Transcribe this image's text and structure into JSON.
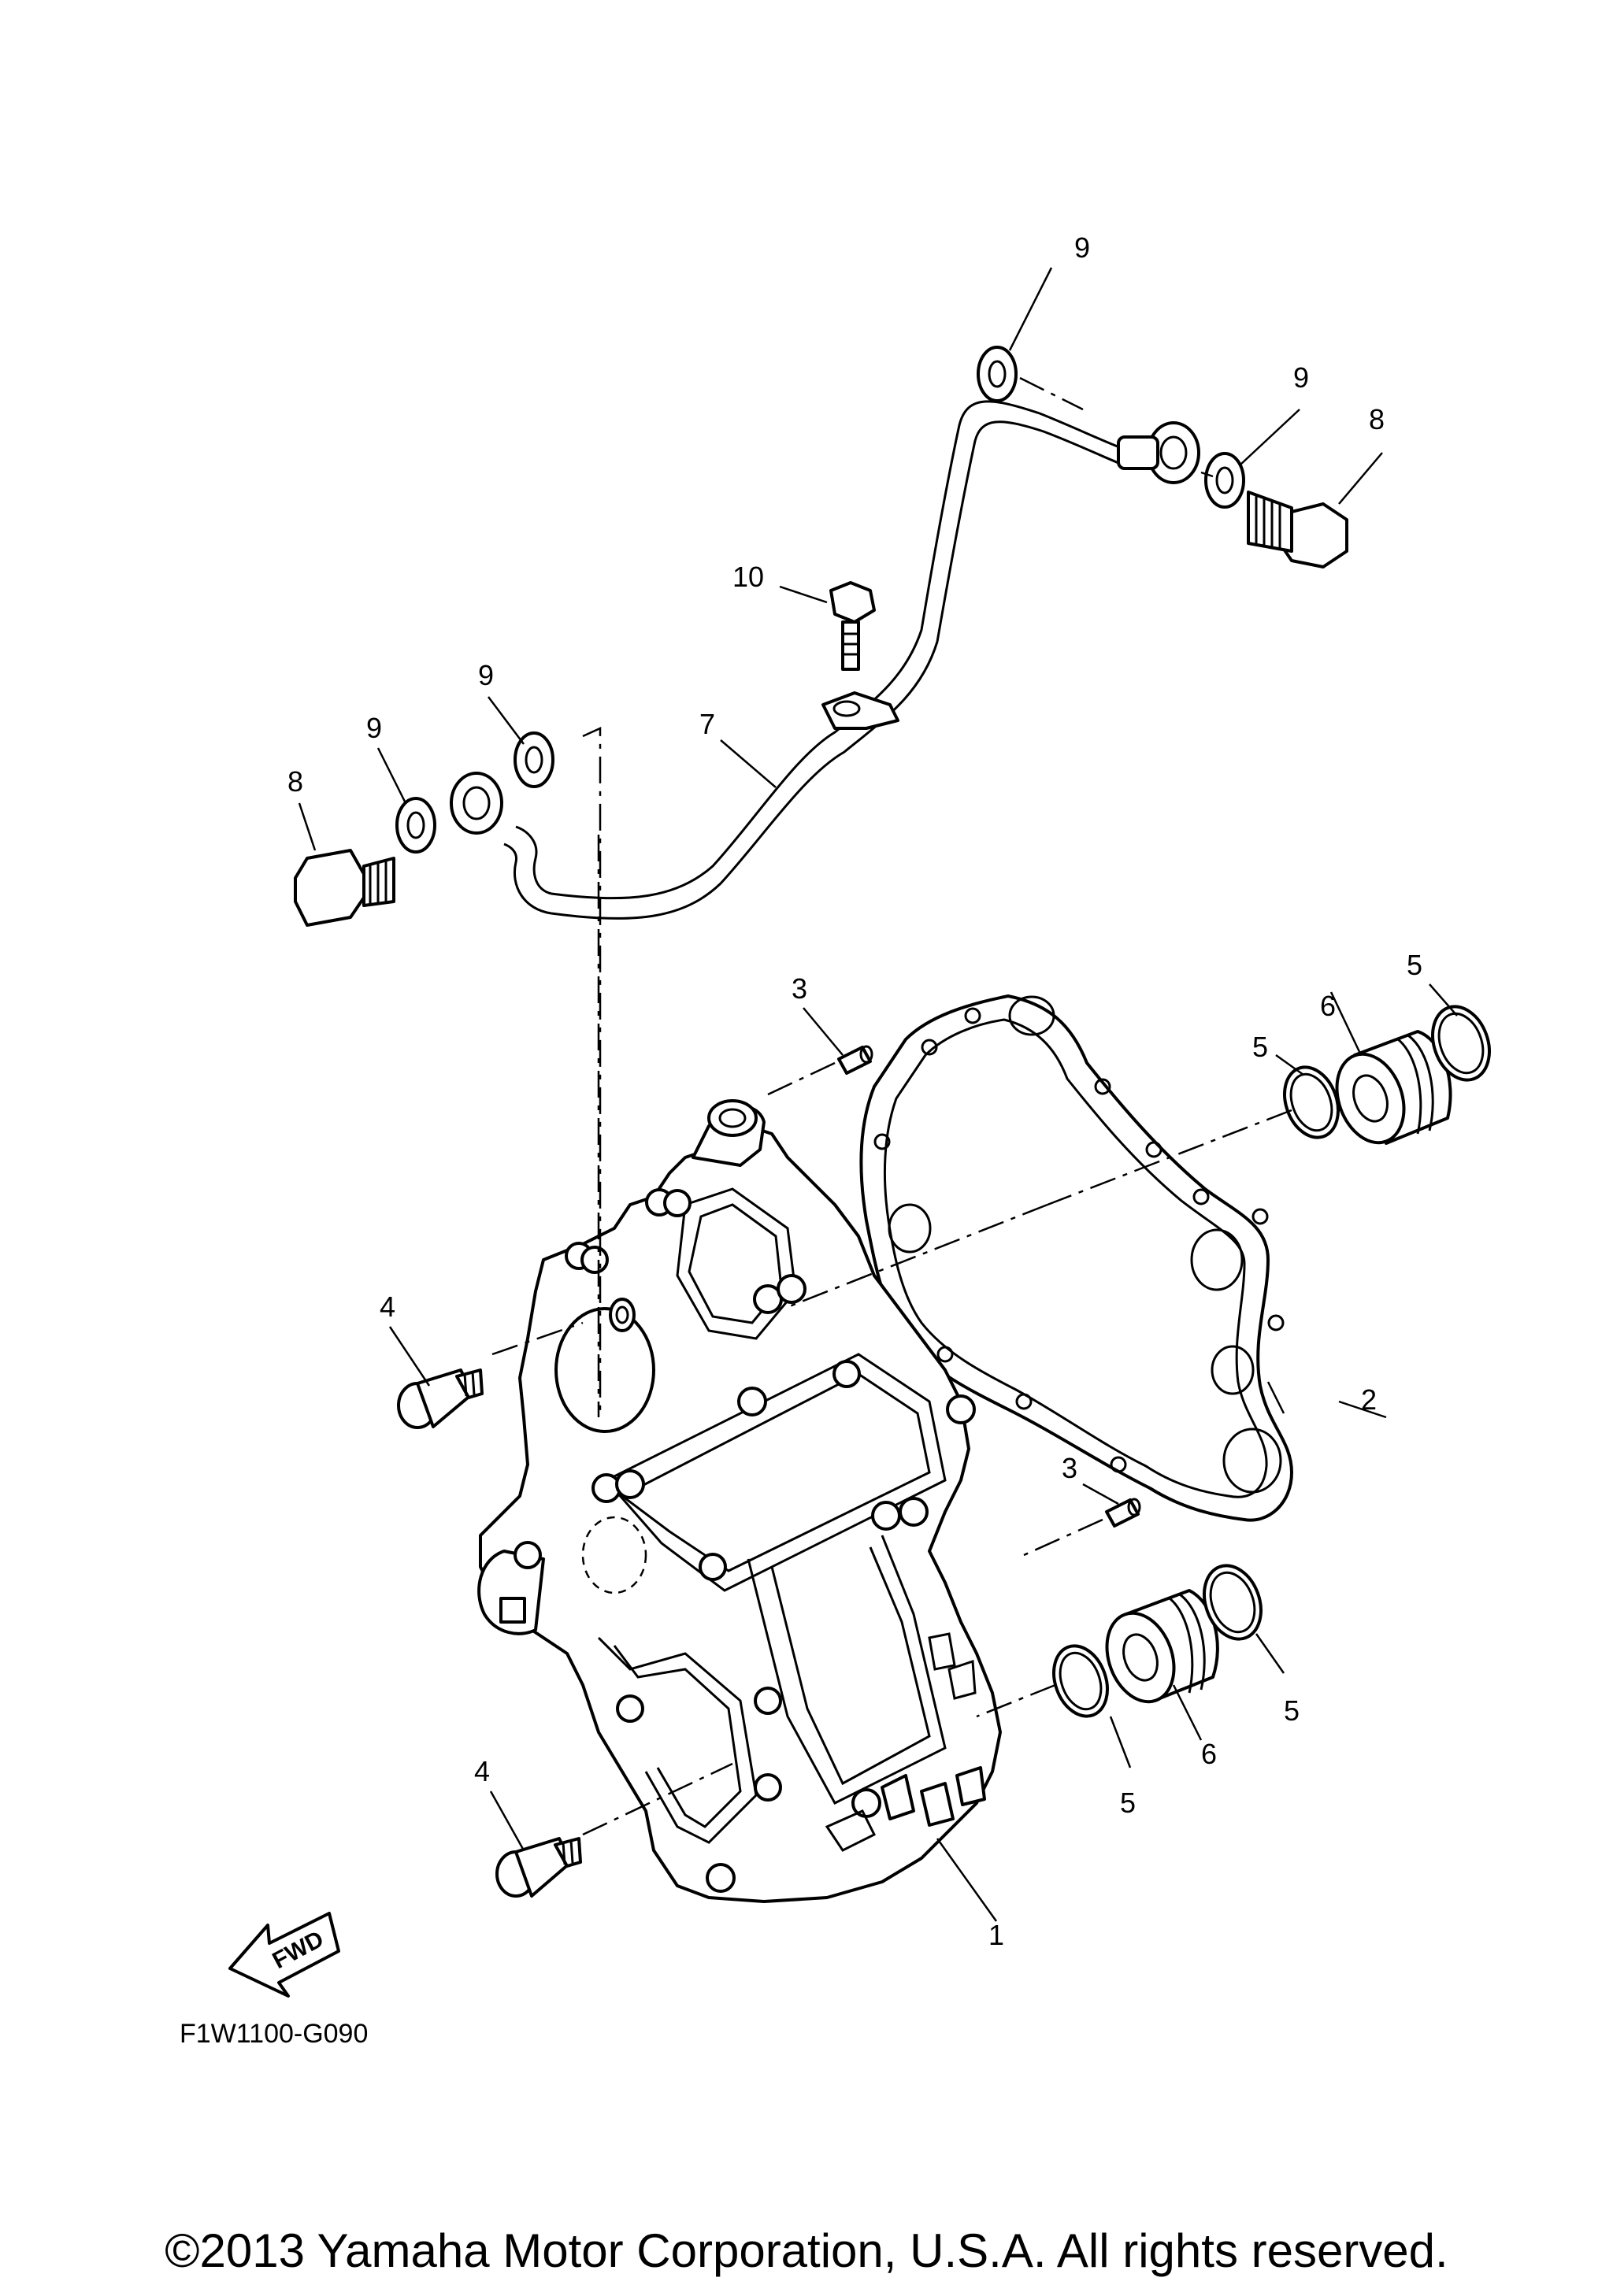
{
  "diagram": {
    "callouts": {
      "c1": "1",
      "c2": "2",
      "c3a": "3",
      "c3b": "3",
      "c4a": "4",
      "c4b": "4",
      "c5a": "5",
      "c5b": "5",
      "c5c": "5",
      "c5d": "5",
      "c6a": "6",
      "c6b": "6",
      "c7": "7",
      "c8a": "8",
      "c8b": "8",
      "c9a": "9",
      "c9b": "9",
      "c9c": "9",
      "c9d": "9",
      "c10": "10"
    },
    "fwd_label": "FWD",
    "figure_code": "F1W1100-G090"
  },
  "footer": {
    "copyright": "©2013 Yamaha Motor Corporation, U.S.A. All rights reserved."
  }
}
